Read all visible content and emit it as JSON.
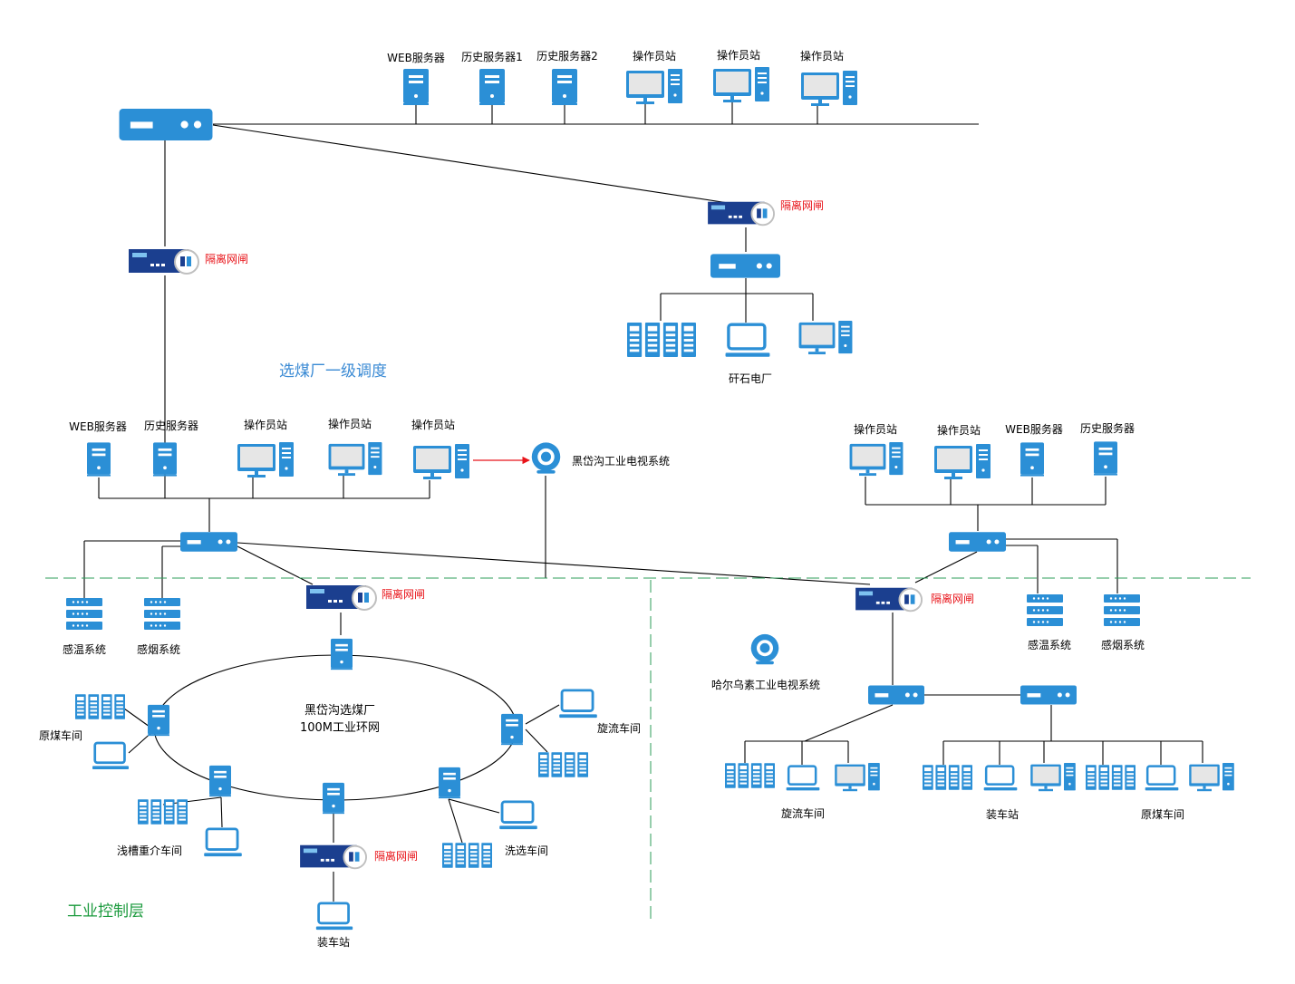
{
  "labels": {
    "top_web": "WEB服务器",
    "top_hist1": "历史服务器1",
    "top_hist2": "历史服务器2",
    "top_op1": "操作员站",
    "top_op2": "操作员站",
    "top_op3": "操作员站",
    "gap_label": "隔离网闸",
    "ganshi": "矸石电厂",
    "dispatch_level": "选煤厂一级调度",
    "mid_web": "WEB服务器",
    "mid_hist": "历史服务器",
    "mid_op1": "操作员站",
    "mid_op2": "操作员站",
    "mid_op3": "操作员站",
    "hdg_tv": "黑岱沟工业电视系统",
    "r_op1": "操作员站",
    "r_op2": "操作员站",
    "r_web": "WEB服务器",
    "r_hist": "历史服务器",
    "temp_l": "感温系统",
    "smoke_l": "感烟系统",
    "temp_r": "感温系统",
    "smoke_r": "感烟系统",
    "ring_title1": "黑岱沟选煤厂",
    "ring_title2": "100M工业环网",
    "raw_coal": "原煤车间",
    "cyclone": "旋流车间",
    "shallow": "浅槽重介车间",
    "washing": "洗选车间",
    "loading": "装车站",
    "haer_tv": "哈尔乌素工业电视系统",
    "r_cyclone": "旋流车间",
    "r_loading": "装车站",
    "r_raw": "原煤车间",
    "control_layer": "工业控制层"
  },
  "colors": {
    "device_blue": "#2b8fd6",
    "gateway_navy": "#1b3f8f",
    "line": "#000000",
    "gateway_label": "#e8141a",
    "dispatch_label": "#3a8ad4",
    "control_label": "#1a9a3c",
    "divider": "#2e9e5a",
    "arrow": "#e8141a"
  },
  "icons": {
    "server": "server-icon",
    "workstation": "workstation-icon",
    "switch": "switch-icon",
    "gateway": "isolation-gateway-icon",
    "camera": "camera-icon",
    "rack": "rack-cabinet-icon",
    "laptop": "laptop-icon",
    "sensor": "sensor-system-icon"
  }
}
